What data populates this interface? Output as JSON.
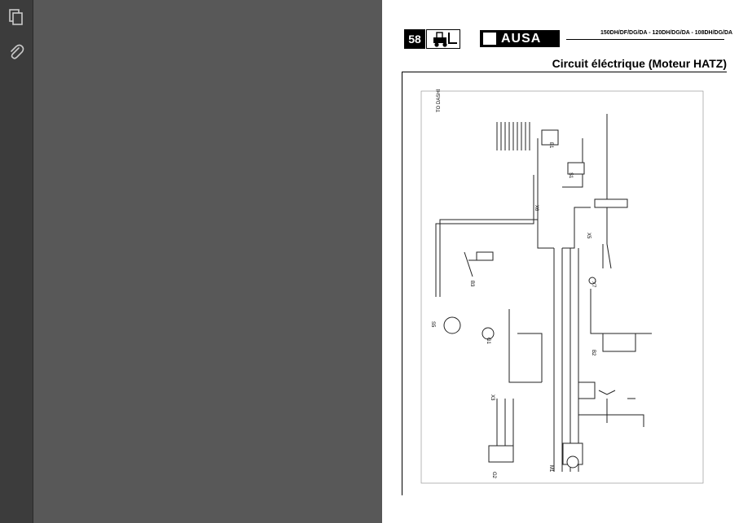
{
  "sidebar": {
    "thumbnails_icon": "pages-icon",
    "attachments_icon": "paperclip-icon"
  },
  "page": {
    "number": "58",
    "brand": "AUSA",
    "models": "150DH/DF/DG/DA - 120DH/DG/DA - 108DH/DG/DA",
    "title": "Circuit éléctrique (Moteur HATZ)"
  },
  "diagram": {
    "labels": {
      "to_dashboard": "TO DASHBOARD\nA TABLER",
      "b1": "B1",
      "s1": "S1",
      "x6": "X6",
      "x5": "X5",
      "b3": "B3",
      "s5": "S5",
      "g1": "G1",
      "b2": "B2",
      "x3": "X3",
      "g2": "G2",
      "m1": "M1",
      "x7": "X7"
    }
  }
}
